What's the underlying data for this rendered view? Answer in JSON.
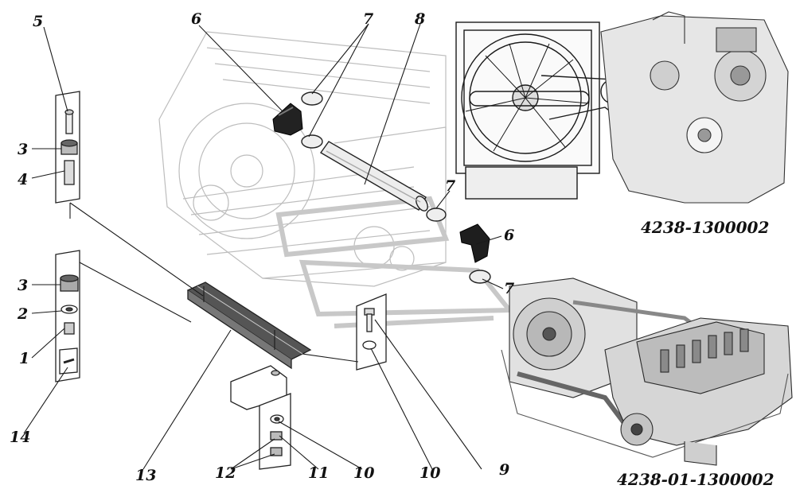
{
  "callouts": {
    "n1": "1",
    "n2": "2",
    "n3a": "3",
    "n3b": "3",
    "n4": "4",
    "n5": "5",
    "n6a": "6",
    "n6b": "6",
    "n7a": "7",
    "n7b": "7",
    "n7c": "7",
    "n8": "8",
    "n9": "9",
    "n10a": "10",
    "n10b": "10",
    "n11": "11",
    "n12": "12",
    "n13": "13",
    "n14": "14"
  },
  "assemblies": {
    "code_a": "4238-1300002",
    "code_b": "4238-01-1300002"
  },
  "colors": {
    "ink": "#1a1a1a",
    "ghost": "#b9b9b9",
    "hose": "#222222",
    "watermark": "#c8c8c8"
  }
}
